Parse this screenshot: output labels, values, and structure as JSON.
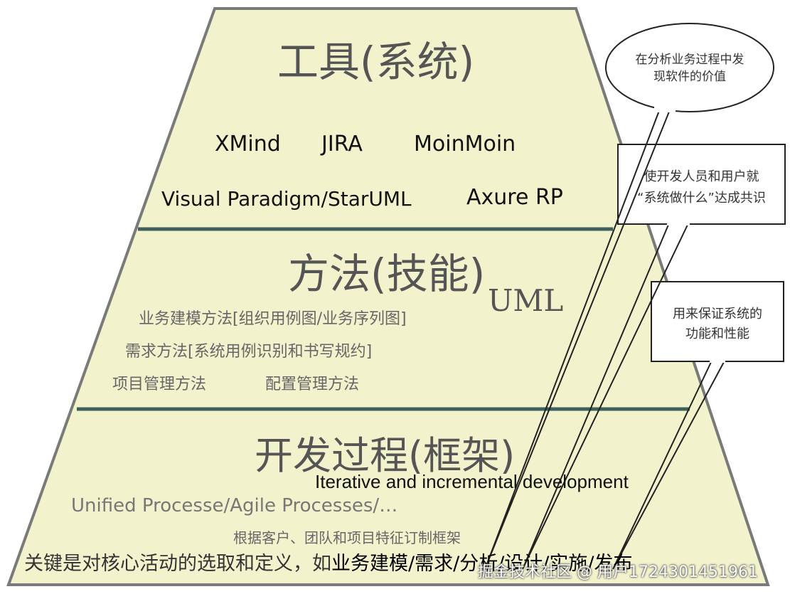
{
  "pyramid": {
    "fill": "#f2f3cd",
    "stroke": "#7a7a7a",
    "divider": "#3e5f5b",
    "tier1": {
      "title": "工具(系统)",
      "tools_row1": [
        "XMind",
        "JIRA",
        "MoinMoin"
      ],
      "tools_row2": [
        "Visual Paradigm/StarUML",
        "Axure RP"
      ]
    },
    "tier2": {
      "title": "方法(技能)",
      "uml": "UML",
      "line1": "业务建模方法[组织用例图/业务序列图]",
      "line2": "需求方法[系统用例识别和书写规约]",
      "line3a": "项目管理方法",
      "line3b": "配置管理方法"
    },
    "tier3": {
      "title": "开发过程(框架)",
      "iterative": "Iterative and incremental development",
      "processes": "Unified Processe/Agile Processes/…",
      "customize": "根据客户、团队和项目特征订制框架",
      "key_prefix": "关键是对核心活动的选取和定义，如",
      "key_activities": "业务建模/需求/分析/设计/实施/发布"
    }
  },
  "callouts": {
    "ellipse": {
      "line1": "在分析业务过程中发",
      "line2": "现软件的价值"
    },
    "box1": {
      "line1": "使开发人员和用户就",
      "line2": "“系统做什么”达成共识"
    },
    "box2": {
      "line1": "用来保证系统的",
      "line2": "功能和性能"
    }
  },
  "watermark": "掘金技术社区 @ 用户1724301451961"
}
